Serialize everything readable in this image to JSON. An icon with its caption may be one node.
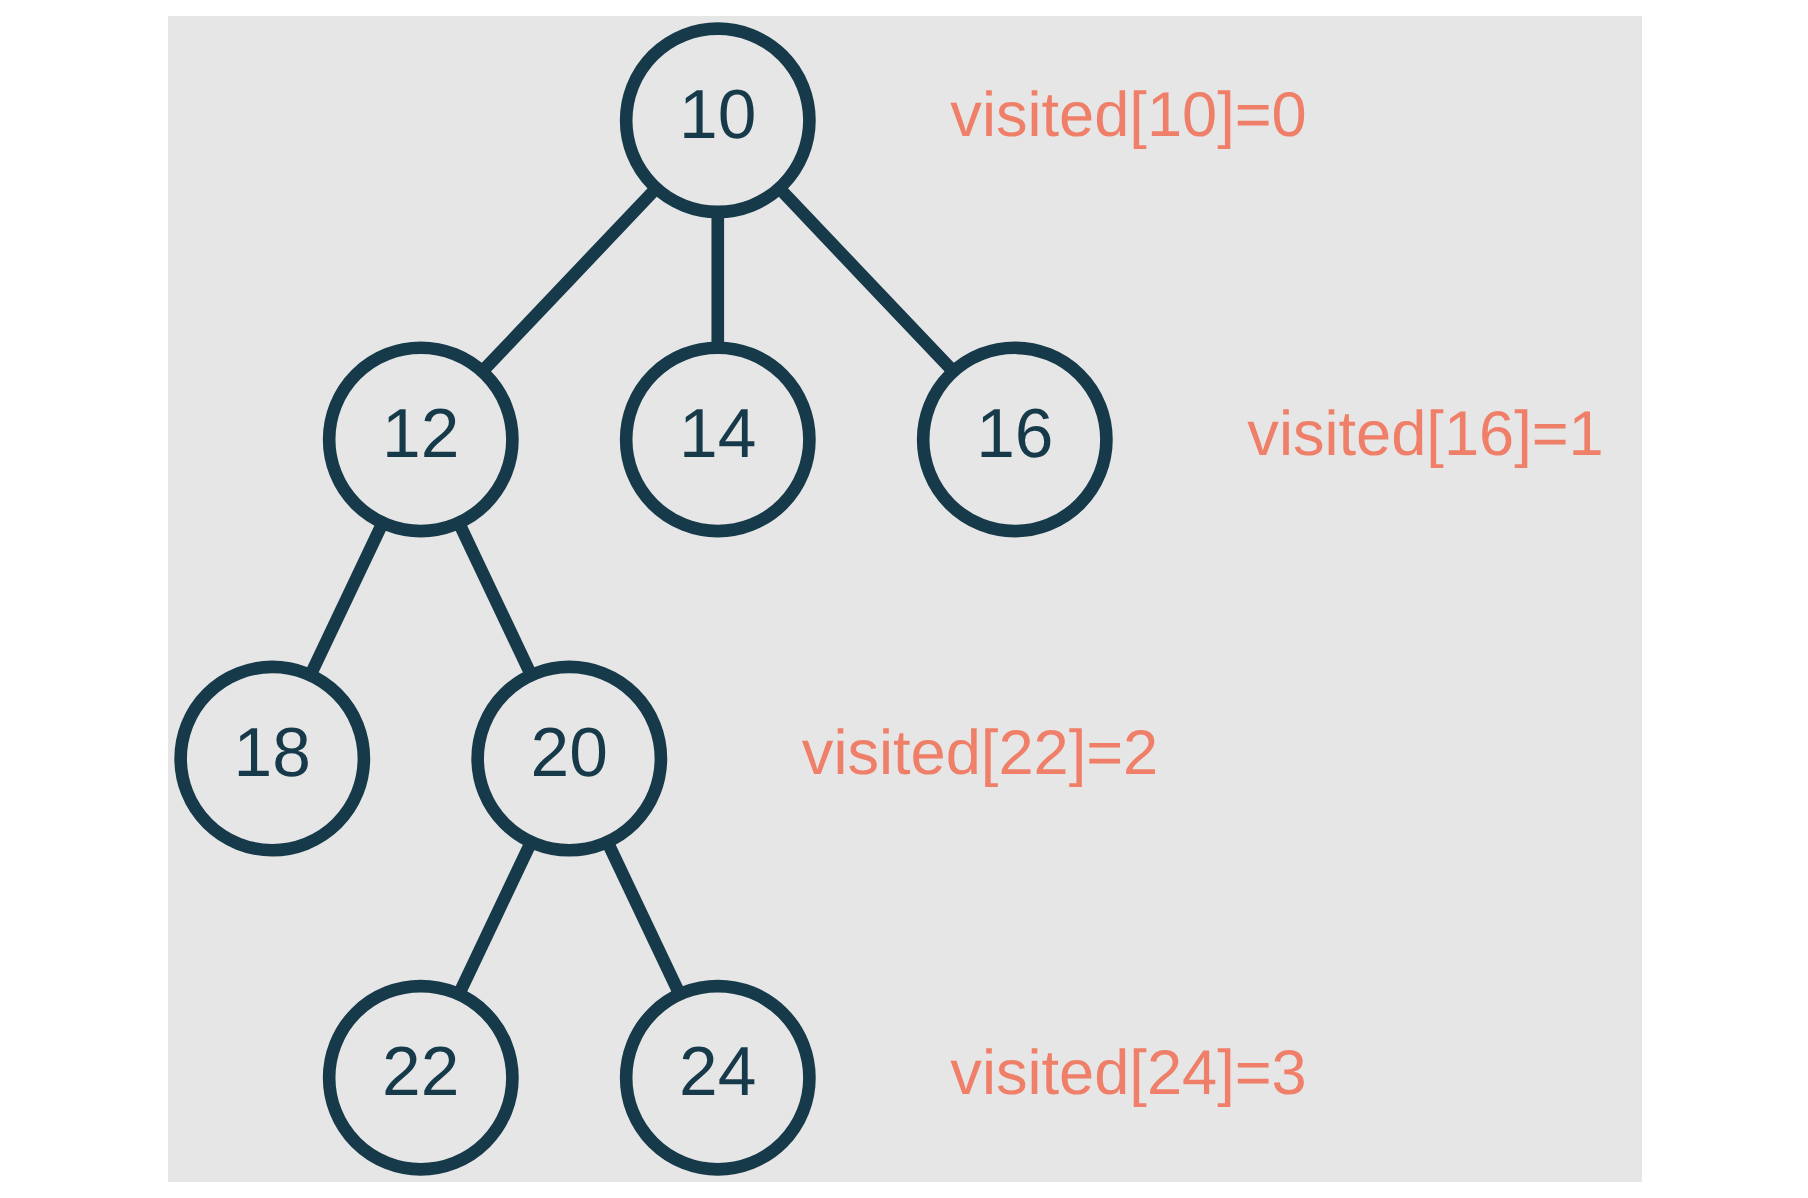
{
  "diagram": {
    "nodes": [
      {
        "text": [
          "10"
        ],
        "beside": [
          "visited[10]=0"
        ]
      },
      {
        "text": [
          "12"
        ]
      },
      {
        "text": [
          "14"
        ]
      },
      {
        "text": [
          "16"
        ],
        "beside": [
          "visited[16]=1"
        ]
      },
      {
        "text": [
          "18"
        ]
      },
      {
        "text": [
          "20"
        ],
        "beside": [
          "visited[22]=2"
        ]
      },
      {
        "text": [
          "22"
        ]
      },
      {
        "text": [
          "24"
        ],
        "beside": [
          "visited[24]=3"
        ]
      }
    ],
    "edges": [
      {
        "from": 0,
        "to": 1,
        "arrow": "none"
      },
      {
        "from": 0,
        "to": 2,
        "arrow": "none"
      },
      {
        "from": 0,
        "to": 3,
        "arrow": "none"
      },
      {
        "from": 1,
        "to": 4,
        "arrow": "none"
      },
      {
        "from": 1,
        "to": 5,
        "arrow": "none"
      },
      {
        "from": 5,
        "to": 6,
        "arrow": "none"
      },
      {
        "from": 5,
        "to": 7,
        "arrow": "none"
      }
    ]
  }
}
